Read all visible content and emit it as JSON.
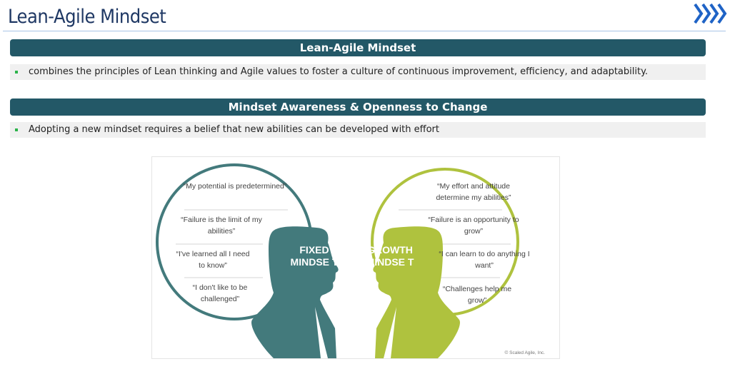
{
  "header": {
    "title": "Lean-Agile Mindset",
    "logo": "chevrons-icon"
  },
  "sections": [
    {
      "heading": "Lean-Agile Mindset",
      "bullet": "combines the principles of Lean thinking and Agile values to foster a culture of continuous improvement, efficiency, and adaptability."
    },
    {
      "heading": "Mindset Awareness & Openness to Change",
      "bullet": "Adopting a new mindset requires a belief that new abilities can be developed with effort"
    }
  ],
  "figure": {
    "fixed": {
      "label_1": "FIXED",
      "label_2": "MINDSE T",
      "quotes": [
        "“My potential is predetermined”",
        "“Failure is the limit of my abilities”",
        "“I've learned all I need to know”",
        "“I don't like to be challenged”"
      ]
    },
    "growth": {
      "label_1": "GROWTH",
      "label_2": "MINDSE T",
      "quotes": [
        "“My effort and attitude determine my abilities”",
        "“Failure is an opportunity to grow”",
        "“I can learn to do anything I want”",
        "“Challenges help me grow”"
      ]
    },
    "copyright": "© Scaled Agile, Inc."
  },
  "colors": {
    "bar": "#235867",
    "fixed": "#437a7c",
    "growth": "#afc23e",
    "title": "#1f3864",
    "chevron": "#1f63c6"
  }
}
